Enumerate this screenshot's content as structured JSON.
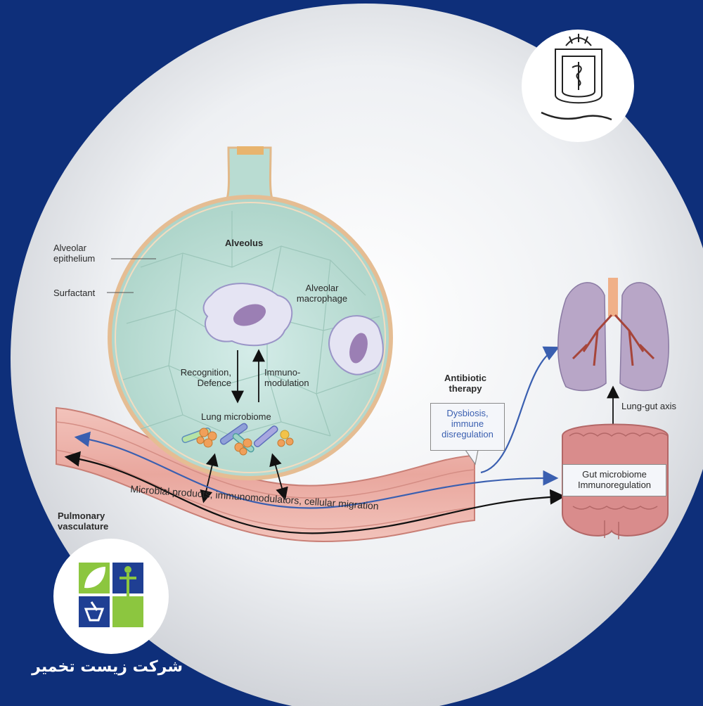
{
  "diagram": {
    "labels": {
      "alveolus": "Alveolus",
      "alveolar_epithelium": "Alveolar\nepithelium",
      "surfactant": "Surfactant",
      "alveolar_macrophage": "Alveolar\nmacrophage",
      "recognition_defence": "Recognition,\nDefence",
      "immunomodulation": "Immuno-\nmodulation",
      "lung_microbiome": "Lung microbiome",
      "antibiotic_therapy": "Antibiotic\ntherapy",
      "dysbiosis": "Dysbiosis,\nimmune\ndisregulation",
      "lung_gut_axis": "Lung-gut axis",
      "gut_microbiome": "Gut microbiome\nImmunoregulation",
      "microbial_products": "Microbial products, immunomodulators, cellular migration",
      "pulmonary_vasculature": "Pulmonary\nvasculature"
    },
    "colors": {
      "background": "#0e2f7a",
      "alveolus_fill": "#b9dcd2",
      "vessel": "#e8a9a0",
      "lung": "#b8a6c7",
      "intestine": "#d98c8c",
      "flow_arrow": "#3a5fb0"
    }
  },
  "branding": {
    "company_name_fa": "شرکت زیست تخمیر",
    "university_seal_icon": "university-seal-icon",
    "company_logo_icon": "leaf-person-mortar-logo-icon"
  }
}
